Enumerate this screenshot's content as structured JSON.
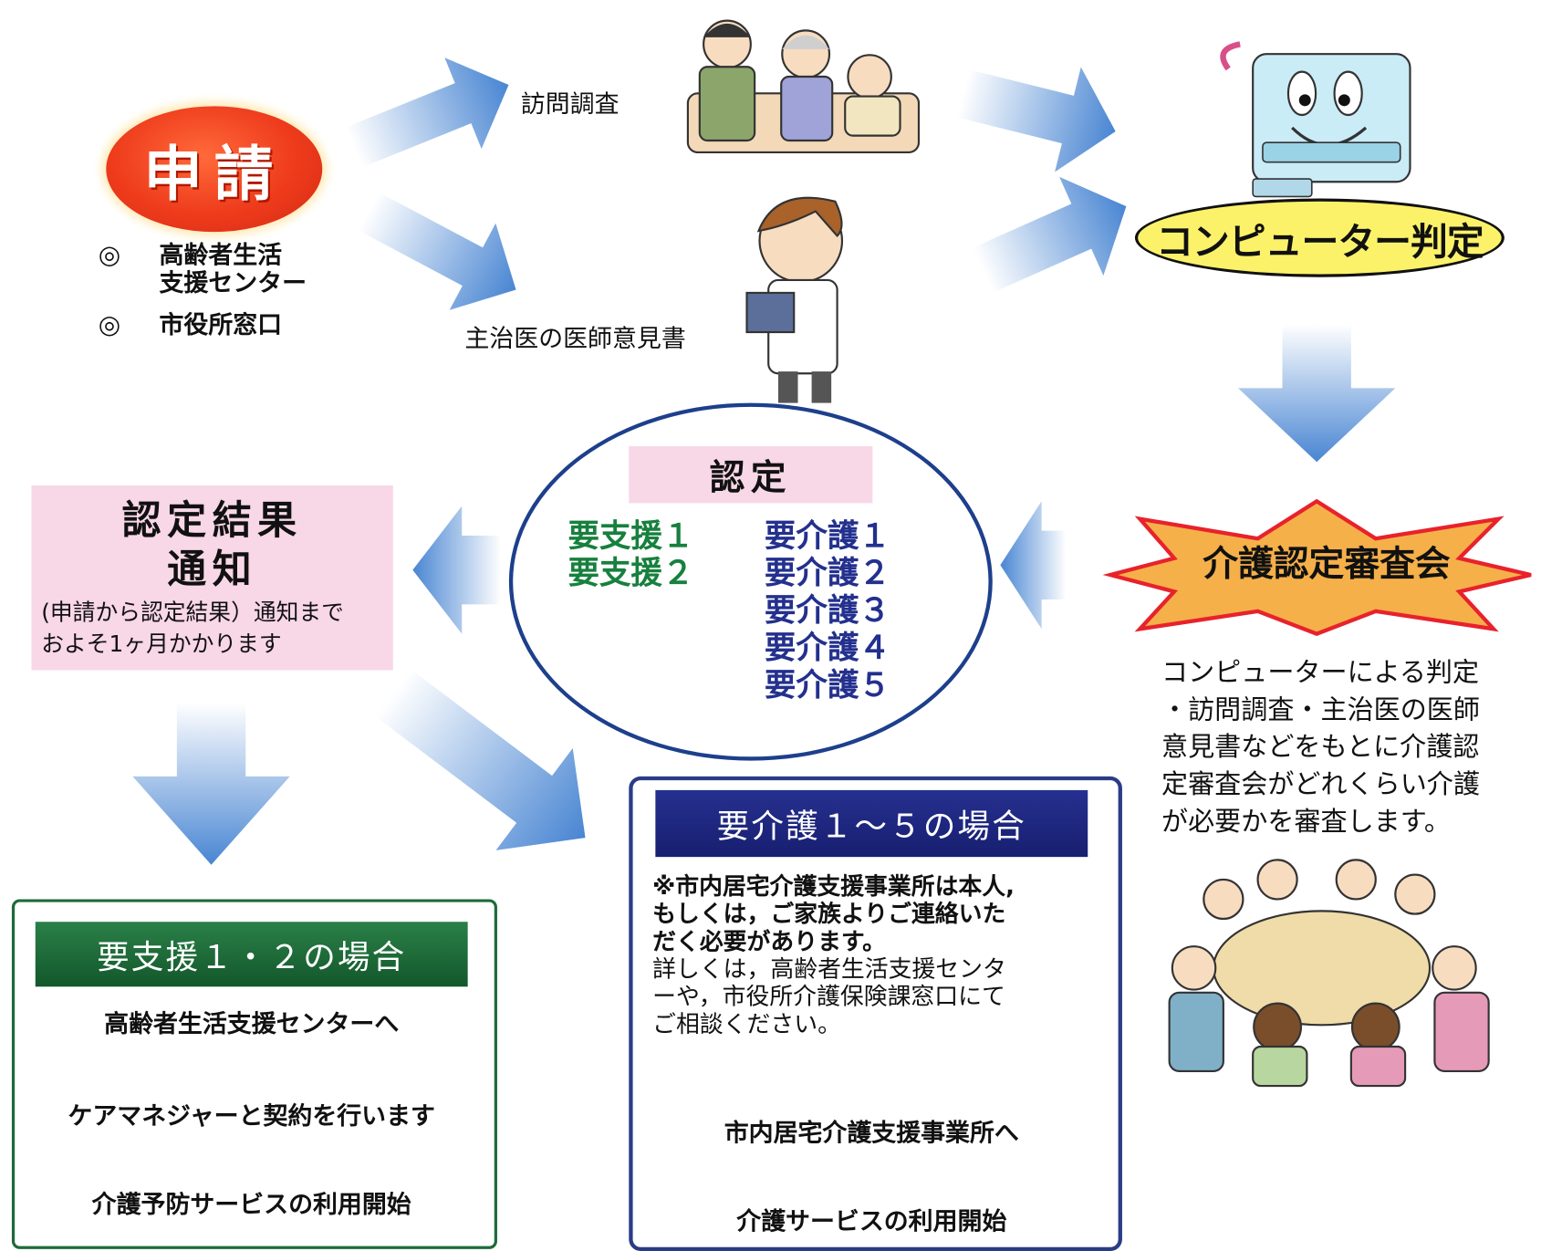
{
  "application": {
    "label": "申請",
    "places": [
      {
        "mark": "◎",
        "text_line1": "高齢者生活",
        "text_line2": "支援センター"
      },
      {
        "mark": "◎",
        "text_line1": "市役所窓口",
        "text_line2": ""
      }
    ]
  },
  "survey_label": "訪問調査",
  "doctor_label": "主治医の医師意見書",
  "computer_label": "コンピューター判定",
  "certification": {
    "title": "認定",
    "support_levels": [
      "要支援１",
      "要支援２"
    ],
    "care_levels": [
      "要介護１",
      "要介護２",
      "要介護３",
      "要介護４",
      "要介護５"
    ]
  },
  "result_notice": {
    "title_line1": "認定結果",
    "title_line2": "通知",
    "note_line1": "(申請から認定結果）通知まで",
    "note_line2": "およそ1ヶ月かかります"
  },
  "council": {
    "label": "介護認定審査会",
    "desc_lines": [
      "コンピューターによる判定",
      "・訪問調査・主治医の医師",
      "意見書などをもとに介護認",
      "定審査会がどれくらい介護",
      "が必要かを審査します。"
    ]
  },
  "support_case": {
    "heading": "要支援１・２の場合",
    "steps": [
      "高齢者生活支援センターへ",
      "ケアマネジャーと契約を行います",
      "介護予防サービスの利用開始"
    ]
  },
  "care_case": {
    "heading": "要介護１～５の場合",
    "note_lines": [
      "※市内居宅介護支援事業所は本人,",
      "もしくは，ご家族よりご連絡いた",
      "だく必要があります。"
    ],
    "detail_lines": [
      "詳しくは，高齢者生活支援センタ",
      "ーや，市役所介護保険課窓口にて",
      "ご相談ください。"
    ],
    "steps": [
      "市内居宅介護支援事業所へ",
      "介護サービスの利用開始"
    ]
  },
  "colors": {
    "apply_red": "#ee3b1c",
    "arrow_blue": "#3f7fd0",
    "green_head": "#1f6e3c",
    "navy_head": "#1c2478",
    "pink": "#f8d7e7",
    "yellow": "#fbf26a",
    "star_orange": "#f5b04a",
    "step_arrow": "#f0a020"
  }
}
